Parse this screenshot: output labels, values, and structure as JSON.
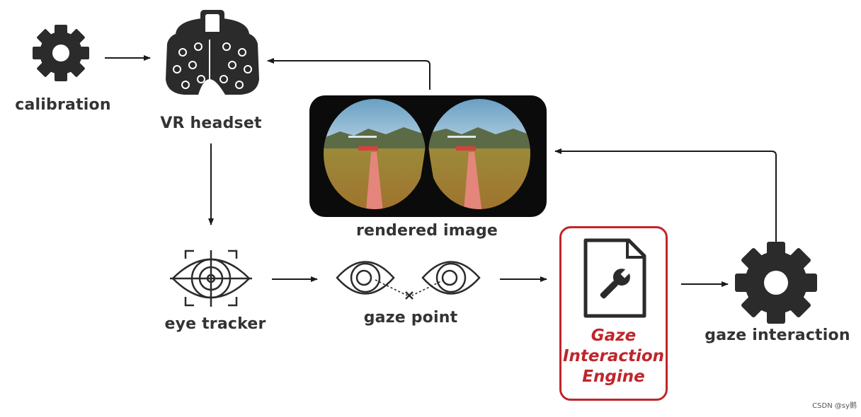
{
  "labels": {
    "calibration": "calibration",
    "vr_headset": "VR headset",
    "rendered_image": "rendered image",
    "eye_tracker": "eye tracker",
    "gaze_point": "gaze point",
    "gaze_interaction": "gaze interaction"
  },
  "engine": {
    "line1": "Gaze",
    "line2": "Interaction",
    "line3": "Engine"
  },
  "watermark": "CSDN @sy鹅",
  "colors": {
    "icon": "#2b2b2b",
    "text": "#333333",
    "accent": "#c0252b",
    "sky": "#6fa8c8",
    "ground": "#a37a2e"
  },
  "icons": [
    "gear-icon",
    "vr-headset-icon",
    "eye-tracker-icon",
    "eye-icon",
    "document-wrench-icon",
    "gear-icon"
  ]
}
